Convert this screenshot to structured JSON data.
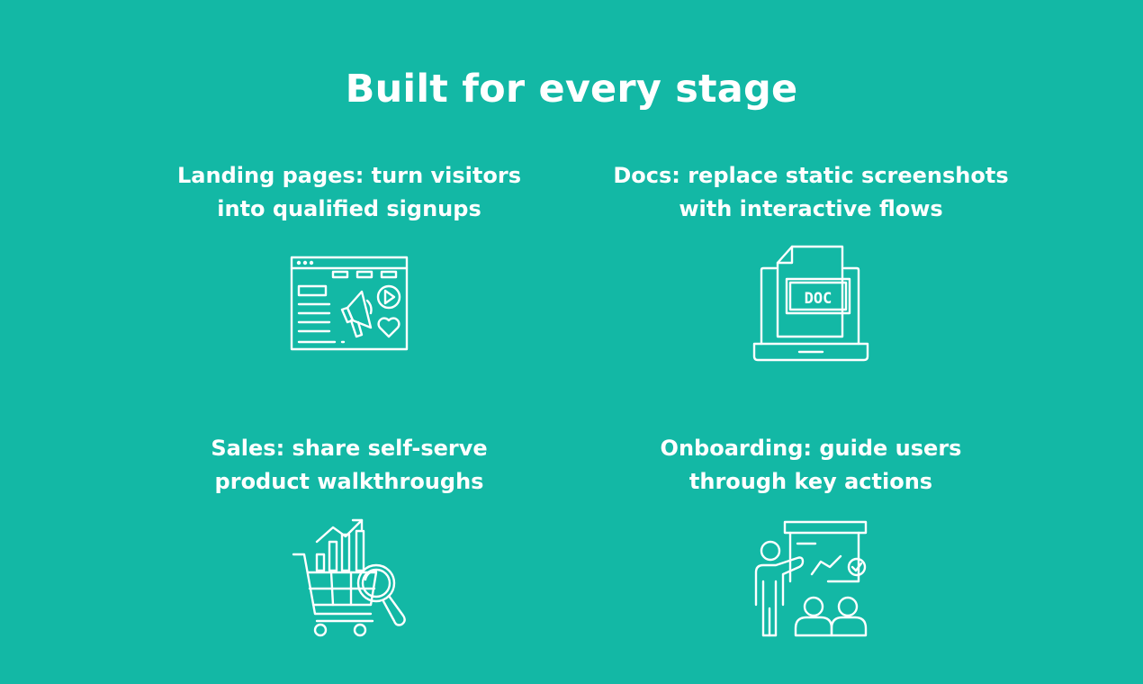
{
  "page": {
    "title": "Built for every stage",
    "background_color": "#13b8a5",
    "foreground_color": "#ffffff"
  },
  "cards": [
    {
      "heading_line1": "Landing pages: turn visitors",
      "heading_line2": "into qualified signups",
      "icon": "landing-page-megaphone-icon"
    },
    {
      "heading_line1": "Docs: replace static screenshots",
      "heading_line2": "with interactive flows",
      "icon": "doc-laptop-icon"
    },
    {
      "heading_line1": "Sales: share self-serve",
      "heading_line2": "product walkthroughs",
      "icon": "cart-analytics-icon"
    },
    {
      "heading_line1": "Onboarding: guide users",
      "heading_line2": "through key actions",
      "icon": "presentation-training-icon"
    }
  ]
}
